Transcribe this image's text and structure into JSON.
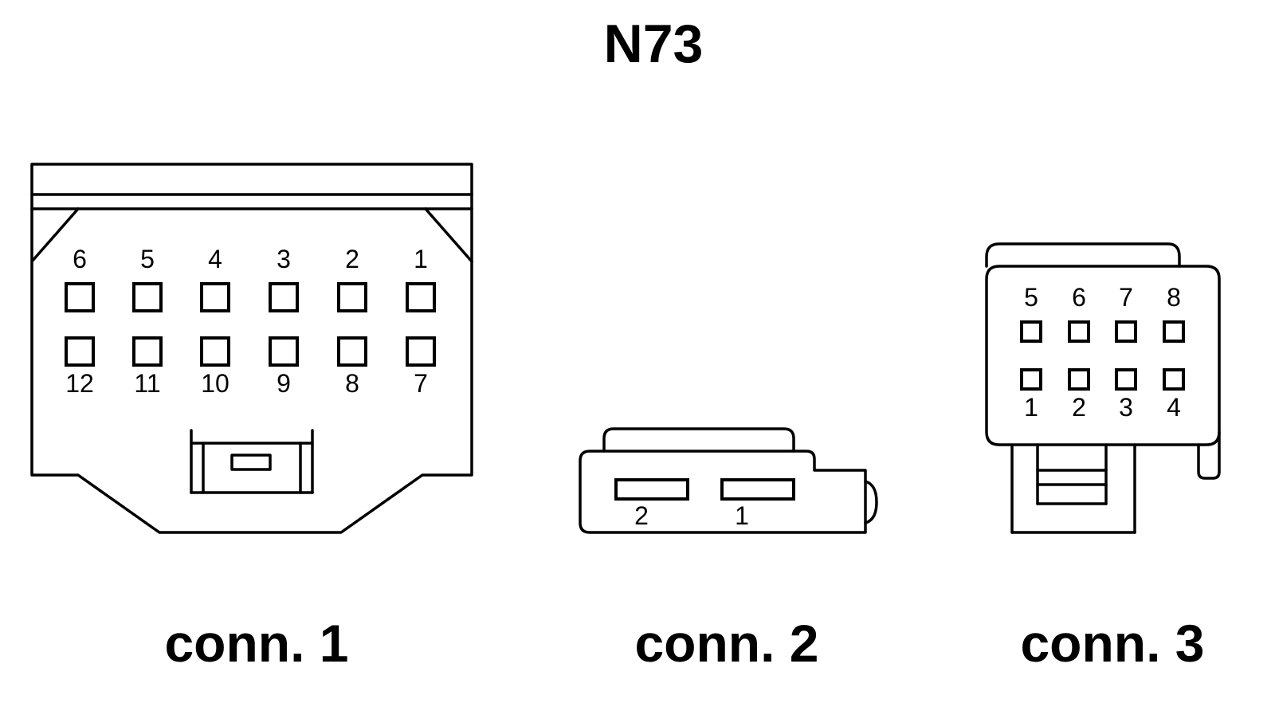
{
  "title": "N73",
  "connectors": [
    {
      "caption": "conn. 1",
      "top_row": [
        "6",
        "5",
        "4",
        "3",
        "2",
        "1"
      ],
      "bottom_row": [
        "12",
        "11",
        "10",
        "9",
        "8",
        "7"
      ]
    },
    {
      "caption": "conn. 2",
      "pins": [
        "2",
        "1"
      ]
    },
    {
      "caption": "conn. 3",
      "top_row": [
        "5",
        "6",
        "7",
        "8"
      ],
      "bottom_row": [
        "1",
        "2",
        "3",
        "4"
      ]
    }
  ]
}
